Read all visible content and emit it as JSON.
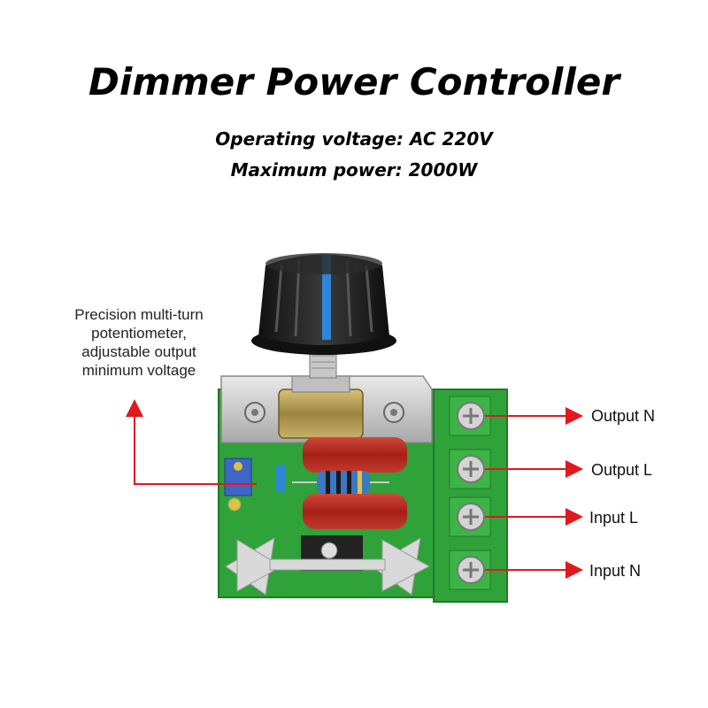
{
  "title": "Dimmer Power Controller",
  "specs": {
    "voltage": "Operating voltage: AC 220V",
    "power": "Maximum power: 2000W"
  },
  "annotation": {
    "lines": [
      "Precision multi-turn",
      "potentiometer,",
      "adjustable output",
      "minimum voltage"
    ]
  },
  "terminals": [
    {
      "label": "Output N"
    },
    {
      "label": "Output L"
    },
    {
      "label": "Input L"
    },
    {
      "label": "Input N"
    }
  ],
  "colors": {
    "pcb": "#2fa23a",
    "arrow": "#e0191f",
    "knob_stripe": "#2f86d6",
    "capacitor": "#b3261e"
  }
}
